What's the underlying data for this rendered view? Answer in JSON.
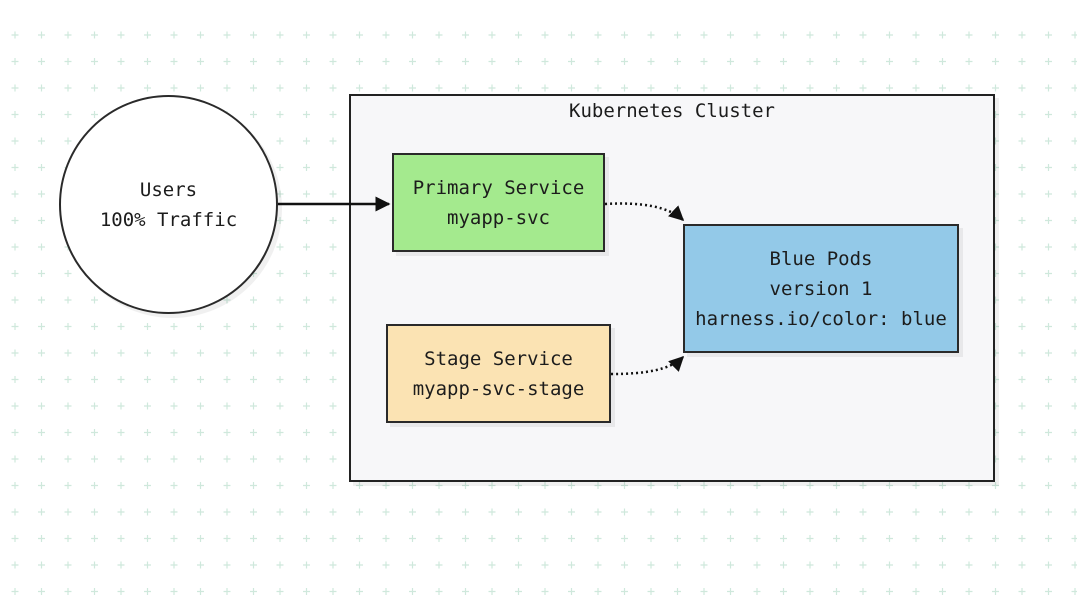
{
  "colors": {
    "grid": "#cfe8dc",
    "primary_fill": "#a4ea8e",
    "stage_fill": "#fbe3b3",
    "blue_fill": "#93c9e8",
    "stroke": "#222222"
  },
  "cluster": {
    "title": "Kubernetes Cluster"
  },
  "nodes": {
    "users": {
      "line1": "Users",
      "line2": "100% Traffic"
    },
    "primary": {
      "line1": "Primary Service",
      "line2": "myapp-svc"
    },
    "stage": {
      "line1": "Stage Service",
      "line2": "myapp-svc-stage"
    },
    "blue": {
      "line1": "Blue Pods",
      "line2": "version 1",
      "line3": "harness.io/color: blue"
    }
  },
  "edges": [
    {
      "from": "users",
      "to": "primary",
      "style": "solid"
    },
    {
      "from": "primary",
      "to": "blue",
      "style": "dotted"
    },
    {
      "from": "stage",
      "to": "blue",
      "style": "dotted"
    }
  ]
}
